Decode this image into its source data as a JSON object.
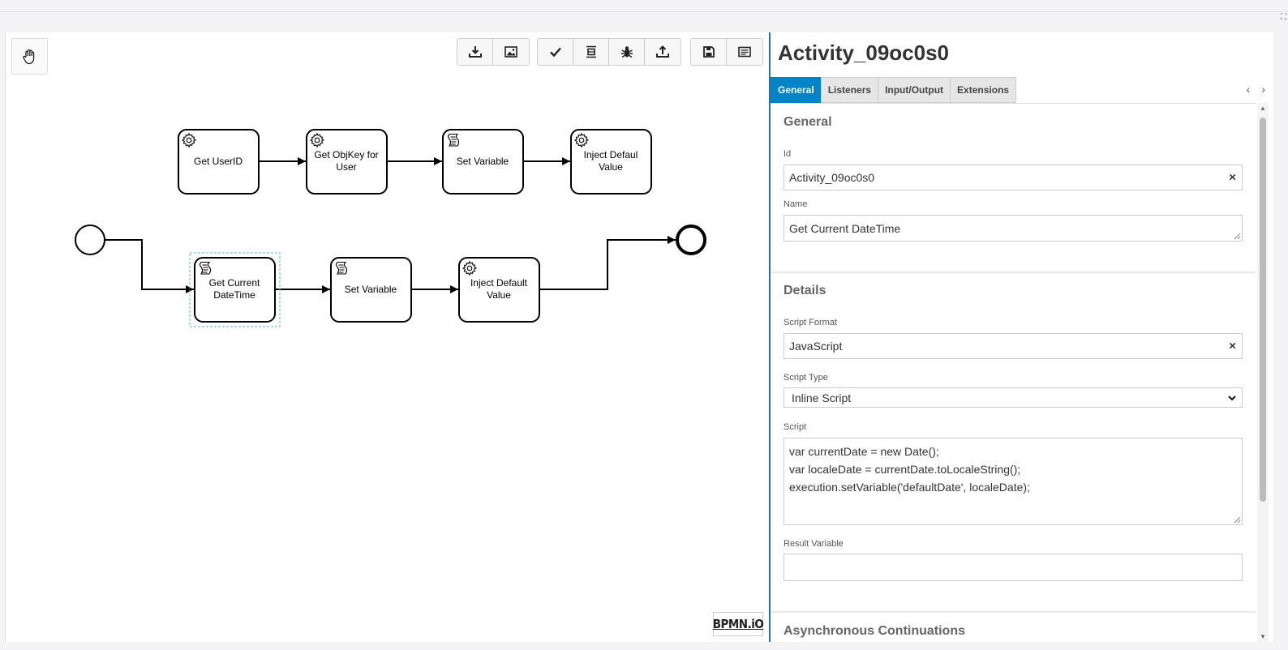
{
  "canvas": {
    "tasks_top": [
      {
        "line1": "Get UserID",
        "line2": "",
        "icon": "gear-icon"
      },
      {
        "line1": "Get ObjKey for",
        "line2": "User",
        "icon": "gear-icon"
      },
      {
        "line1": "Set Variable",
        "line2": "",
        "icon": "script-icon"
      },
      {
        "line1": "Inject Defaul",
        "line2": "Value",
        "icon": "gear-icon"
      }
    ],
    "tasks_bottom": [
      {
        "line1": "Get Current",
        "line2": "DateTime",
        "icon": "script-icon",
        "selected": true
      },
      {
        "line1": "Set Variable",
        "line2": "",
        "icon": "script-icon"
      },
      {
        "line1": "Inject Default",
        "line2": "Value",
        "icon": "gear-icon"
      }
    ],
    "toolbar": [
      [
        "download-icon",
        "image-icon"
      ],
      [
        "check-icon",
        "distribute-icon",
        "bug-icon",
        "upload-icon"
      ],
      [
        "save-icon",
        "panel-toggle-icon"
      ]
    ],
    "logo": "BPMN.iO"
  },
  "panel": {
    "title": "Activity_09oc0s0",
    "tabs": [
      "General",
      "Listeners",
      "Input/Output",
      "Extensions"
    ],
    "active_tab": "General",
    "general": {
      "header": "General",
      "id_label": "Id",
      "id_value": "Activity_09oc0s0",
      "name_label": "Name",
      "name_value": "Get Current DateTime"
    },
    "details": {
      "header": "Details",
      "script_format_label": "Script Format",
      "script_format_value": "JavaScript",
      "script_type_label": "Script Type",
      "script_type_value": "Inline Script",
      "script_label": "Script",
      "script_lines": [
        "var currentDate = new Date();",
        "var localeDate = currentDate.toLocaleString();",
        "execution.setVariable('defaultDate', localeDate);"
      ],
      "result_variable_label": "Result Variable",
      "result_variable_value": ""
    },
    "async_header": "Asynchronous Continuations"
  },
  "colors": {
    "accent": "#0284c7",
    "panel_border": "#1b75bb",
    "selection": "#52b6e9"
  }
}
